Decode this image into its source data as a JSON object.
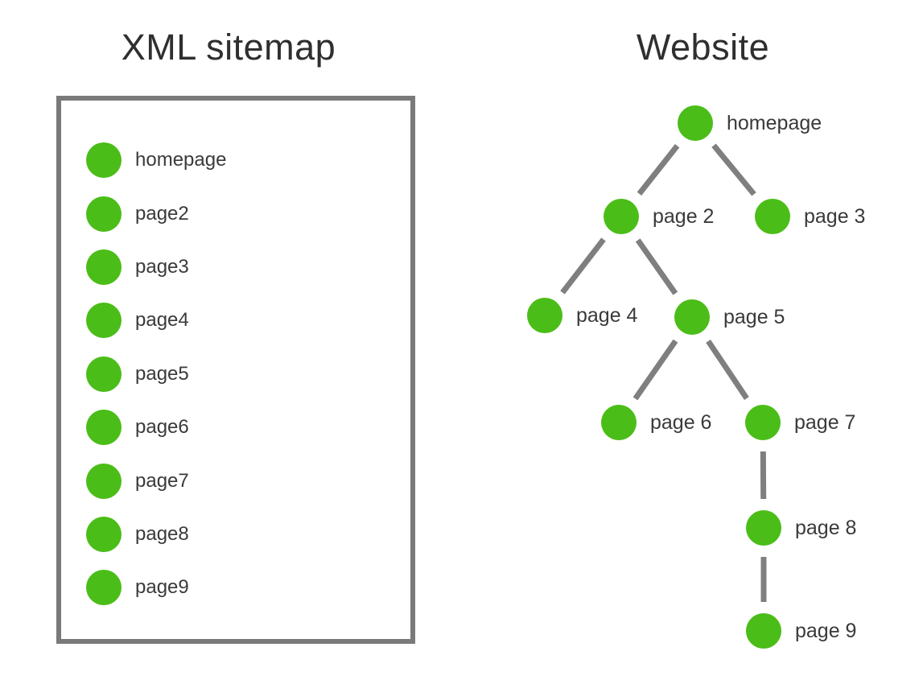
{
  "sitemap_panel": {
    "title": "XML sitemap",
    "items": [
      "homepage",
      "page2",
      "page3",
      "page4",
      "page5",
      "page6",
      "page7",
      "page8",
      "page9"
    ]
  },
  "website_panel": {
    "title": "Website",
    "nodes": [
      {
        "id": "homepage",
        "label": "homepage",
        "parent": null
      },
      {
        "id": "page2",
        "label": "page 2",
        "parent": "homepage"
      },
      {
        "id": "page3",
        "label": "page 3",
        "parent": "homepage"
      },
      {
        "id": "page4",
        "label": "page 4",
        "parent": "page2"
      },
      {
        "id": "page5",
        "label": "page 5",
        "parent": "page2"
      },
      {
        "id": "page6",
        "label": "page 6",
        "parent": "page5"
      },
      {
        "id": "page7",
        "label": "page 7",
        "parent": "page5"
      },
      {
        "id": "page8",
        "label": "page 8",
        "parent": "page7"
      },
      {
        "id": "page9",
        "label": "page 9",
        "parent": "page8"
      }
    ]
  },
  "colors": {
    "background": "#ffffff",
    "node_green": "#4bbd18",
    "connector_gray": "#7f7f7f",
    "box_border_gray": "#7a7a7a",
    "title_text": "#2f2f2f",
    "label_text": "#3a3a3a"
  }
}
